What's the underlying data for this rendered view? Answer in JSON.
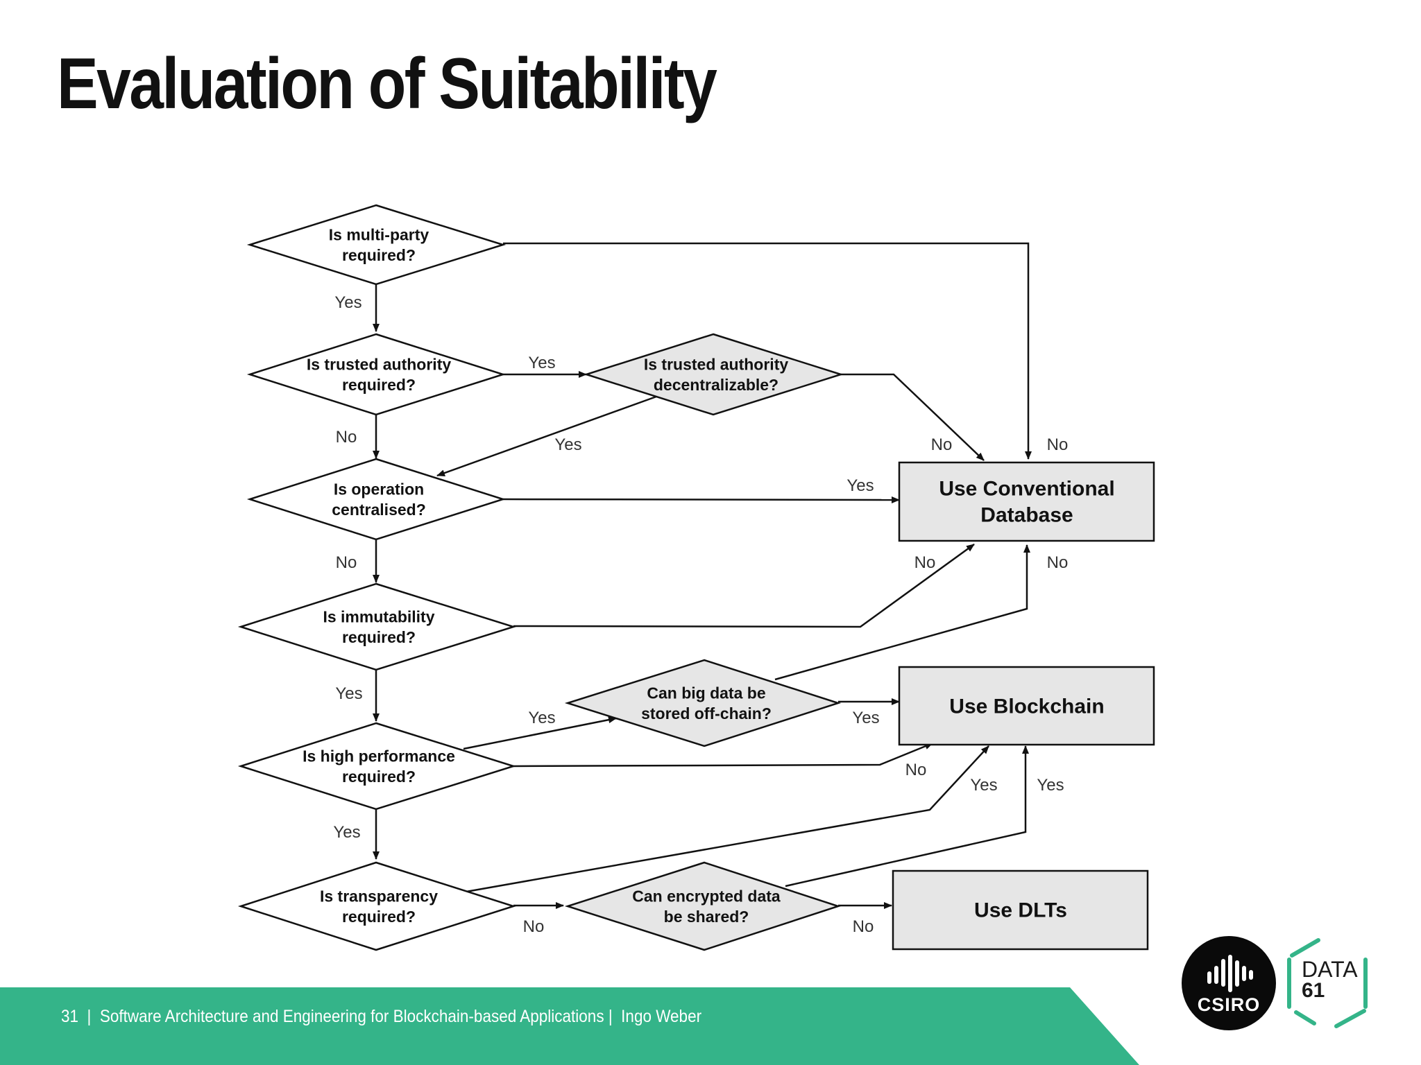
{
  "title": "Evaluation of Suitability",
  "decisions": {
    "multi_party": "Is multi-party|required?",
    "trusted_authority": "Is trusted authority|required?",
    "decentralizable": "Is trusted authority|decentralizable?",
    "centralised": "Is operation|centralised?",
    "immutability": "Is immutability|required?",
    "big_data": "Can big data be|stored off-chain?",
    "high_performance": "Is high performance|required?",
    "transparency": "Is transparency|required?",
    "encrypted": "Can encrypted data|be shared?"
  },
  "outcomes": {
    "conventional": "Use Conventional|Database",
    "blockchain": "Use Blockchain",
    "dlts": "Use DLTs"
  },
  "labels": {
    "l_multi_yes": "Yes",
    "l_multi_no": "No",
    "l_ta_yes": "Yes",
    "l_ta_no": "No",
    "l_dec_yes": "Yes",
    "l_dec_no": "No",
    "l_cent_yes": "Yes",
    "l_cent_no": "No",
    "l_imm_no": "No",
    "l_imm_yes": "Yes",
    "l_bd_no": "No",
    "l_bd_yes_in": "Yes",
    "l_bd_yes": "Yes",
    "l_hp_no": "No",
    "l_hp_yes": "Yes",
    "l_tr_yes": "Yes",
    "l_tr_no": "No",
    "l_enc_yes": "Yes",
    "l_enc_no": "No"
  },
  "footer": {
    "page_number": "31",
    "text": "Software Architecture and Engineering for Blockchain-based Applications",
    "author": "Ingo Weber"
  },
  "logos": {
    "csiro": "CSIRO",
    "data61_line1": "DATA",
    "data61_line2": "61"
  },
  "colors": {
    "accent": "#34b489",
    "node_fill": "#e6e6e6"
  }
}
